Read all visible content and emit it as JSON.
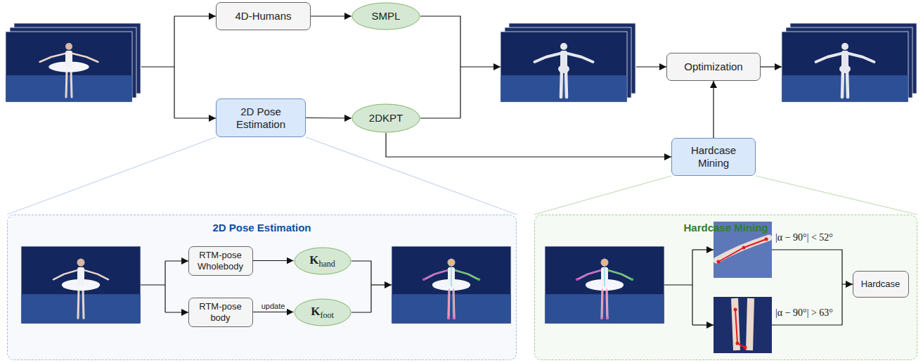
{
  "diagram": {
    "nodes": [
      {
        "text": [
          "4D-Humans"
        ]
      },
      {
        "text": [
          "SMPL"
        ]
      },
      {
        "text": [
          "2D Pose Estimation"
        ]
      },
      {
        "text": [
          "2DKPT"
        ]
      },
      {
        "text": [
          "Optimization"
        ]
      },
      {
        "text": [
          "Hardcase Mining"
        ]
      },
      {
        "text": [
          "2D Pose Estimation"
        ]
      },
      {
        "text": [
          "RTM-pose Wholebody"
        ],
        "in": 6
      },
      {
        "text": [
          "RTM-pose body"
        ],
        "in": 6
      },
      {
        "text": [
          "K",
          "hand"
        ],
        "in": 6
      },
      {
        "text": [
          "K",
          "foot"
        ],
        "in": 6
      },
      {
        "text": [
          "Hardcase Mining"
        ]
      },
      {
        "text": [
          "Hardcase"
        ],
        "in": 11
      }
    ],
    "edges": [
      {
        "from": 0,
        "to": 1,
        "arrow": "to"
      },
      {
        "from": 2,
        "to": 3,
        "arrow": "to"
      },
      {
        "from": 3,
        "to": 5,
        "arrow": "to"
      },
      {
        "from": 5,
        "to": 4,
        "arrow": "to"
      },
      {
        "from": 7,
        "to": 9,
        "arrow": "to"
      },
      {
        "from": 8,
        "to": 10,
        "label": "update",
        "arrow": "to"
      }
    ],
    "labels": [
      "|α − 90°| < 52°",
      "|α − 90°| > 63°"
    ]
  }
}
